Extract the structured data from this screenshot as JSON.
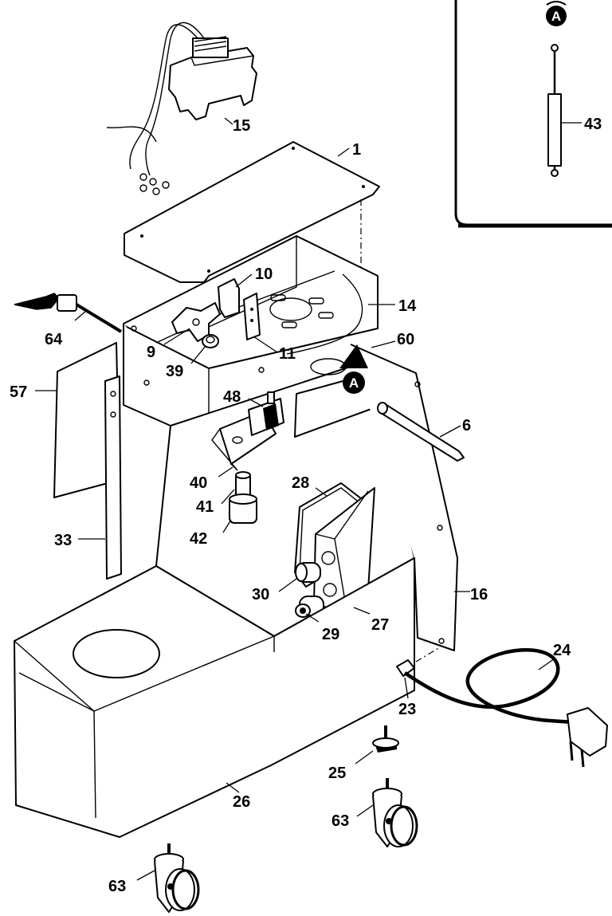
{
  "detail_marker": "A",
  "parts": [
    {
      "id": "p43",
      "label": "43"
    },
    {
      "id": "p15",
      "label": "15"
    },
    {
      "id": "p1",
      "label": "1"
    },
    {
      "id": "p10",
      "label": "10"
    },
    {
      "id": "p14",
      "label": "14"
    },
    {
      "id": "p64",
      "label": "64"
    },
    {
      "id": "p9",
      "label": "9"
    },
    {
      "id": "p11",
      "label": "11"
    },
    {
      "id": "p60",
      "label": "60"
    },
    {
      "id": "p39",
      "label": "39"
    },
    {
      "id": "p57",
      "label": "57"
    },
    {
      "id": "p48",
      "label": "48"
    },
    {
      "id": "p6",
      "label": "6"
    },
    {
      "id": "p40",
      "label": "40"
    },
    {
      "id": "p28",
      "label": "28"
    },
    {
      "id": "p41",
      "label": "41"
    },
    {
      "id": "p42",
      "label": "42"
    },
    {
      "id": "p33",
      "label": "33"
    },
    {
      "id": "p30",
      "label": "30"
    },
    {
      "id": "p16",
      "label": "16"
    },
    {
      "id": "p29",
      "label": "29"
    },
    {
      "id": "p27",
      "label": "27"
    },
    {
      "id": "p24",
      "label": "24"
    },
    {
      "id": "p23",
      "label": "23"
    },
    {
      "id": "p25",
      "label": "25"
    },
    {
      "id": "p26",
      "label": "26"
    },
    {
      "id": "p63a",
      "label": "63"
    },
    {
      "id": "p63b",
      "label": "63"
    }
  ]
}
